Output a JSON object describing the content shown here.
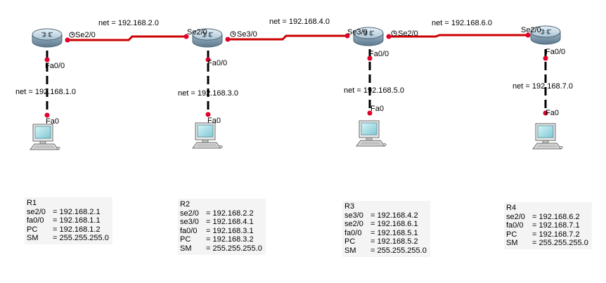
{
  "colors": {
    "serial_link": "#cc0000",
    "ethernet_link": "#000000",
    "port_dot": "#e0002a",
    "label_box": "#f4f4f4"
  },
  "routers": [
    {
      "id": "R1",
      "icon": "router-icon"
    },
    {
      "id": "R2",
      "icon": "router-icon"
    },
    {
      "id": "R3",
      "icon": "router-icon"
    },
    {
      "id": "R4",
      "icon": "router-icon"
    }
  ],
  "serial_links": [
    {
      "net": "net = 192.168.2.0",
      "left_port": "Se2/0",
      "right_port": "Se2/0"
    },
    {
      "net": "net = 192.168.4.0",
      "left_port": "Se3/0",
      "right_port": "Se3/0"
    },
    {
      "net": "net = 192.168.6.0",
      "left_port": "Se2/0",
      "right_port": "Se2/0"
    }
  ],
  "lan_links": [
    {
      "net": "net = 192.168.1.0",
      "router_port": "Fa0/0",
      "pc_port": "Fa0"
    },
    {
      "net": "net = 192.168.3.0",
      "router_port": "Fa0/0",
      "pc_port": "Fa0"
    },
    {
      "net": "net = 192.168.5.0",
      "router_port": "Fa0/0",
      "pc_port": "Fa0"
    },
    {
      "net": "net = 192.168.7.0",
      "router_port": "Fa0/0",
      "pc_port": "Fa0"
    }
  ],
  "info_boxes": [
    {
      "title": "R1",
      "rows": [
        {
          "key": "se2/0",
          "value": "= 192.168.2.1"
        },
        {
          "key": "fa0/0",
          "value": "= 192.168.1.1"
        },
        {
          "key": "PC",
          "value": "= 192.168.1.2"
        },
        {
          "key": "SM",
          "value": "= 255.255.255.0"
        }
      ]
    },
    {
      "title": "R2",
      "rows": [
        {
          "key": "se2/0",
          "value": "= 192.168.2.2"
        },
        {
          "key": "se3/0",
          "value": "= 192.168.4.1"
        },
        {
          "key": "fa0/0",
          "value": "= 192.168.3.1"
        },
        {
          "key": "PC",
          "value": "= 192.168.3.2"
        },
        {
          "key": "SM",
          "value": "= 255.255.255.0"
        }
      ]
    },
    {
      "title": "R3",
      "rows": [
        {
          "key": "se3/0",
          "value": "= 192.168.4.2"
        },
        {
          "key": "se2/0",
          "value": "= 192.168.6.1"
        },
        {
          "key": "fa0/0",
          "value": "= 192.168.5.1"
        },
        {
          "key": "PC",
          "value": "= 192.168.5.2"
        },
        {
          "key": "SM",
          "value": "= 255.255.255.0"
        }
      ]
    },
    {
      "title": "R4",
      "rows": [
        {
          "key": "se2/0",
          "value": "= 192.168.6.2"
        },
        {
          "key": "fa0/0",
          "value": "= 192.168.7.1"
        },
        {
          "key": "PC",
          "value": "= 192.168.7.2"
        },
        {
          "key": "SM",
          "value": "= 255.255.255.0"
        }
      ]
    }
  ]
}
